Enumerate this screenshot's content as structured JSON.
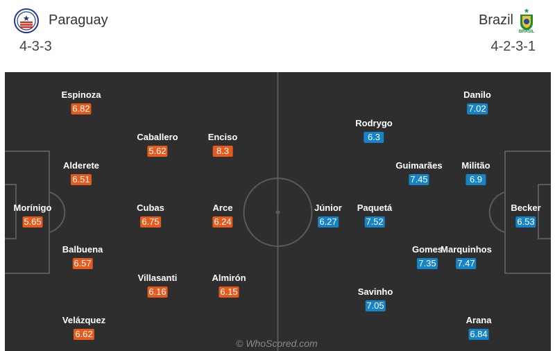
{
  "home": {
    "name": "Paraguay",
    "formation": "4-3-3",
    "crest_icon": "paraguay-crest-icon",
    "color": "#e65a1d",
    "players": [
      {
        "name": "Espinoza",
        "rating": "6.82"
      },
      {
        "name": "Caballero",
        "rating": "5.62"
      },
      {
        "name": "Enciso",
        "rating": "8.3"
      },
      {
        "name": "Alderete",
        "rating": "6.51"
      },
      {
        "name": "Morínigo",
        "rating": "5.65"
      },
      {
        "name": "Cubas",
        "rating": "6.75"
      },
      {
        "name": "Arce",
        "rating": "6.24"
      },
      {
        "name": "Balbuena",
        "rating": "6.57"
      },
      {
        "name": "Villasanti",
        "rating": "6.16"
      },
      {
        "name": "Almirón",
        "rating": "6.15"
      },
      {
        "name": "Velázquez",
        "rating": "6.62"
      }
    ]
  },
  "away": {
    "name": "Brazil",
    "formation": "4-2-3-1",
    "crest_icon": "brazil-crest-icon",
    "crest_text": "BRASIL",
    "color": "#1683c6",
    "players": [
      {
        "name": "Danilo",
        "rating": "7.02"
      },
      {
        "name": "Rodrygo",
        "rating": "6.3"
      },
      {
        "name": "Guimarães",
        "rating": "7.45"
      },
      {
        "name": "Militão",
        "rating": "6.9"
      },
      {
        "name": "Júnior",
        "rating": "6.27"
      },
      {
        "name": "Paquetá",
        "rating": "7.52"
      },
      {
        "name": "Becker",
        "rating": "6.53"
      },
      {
        "name": "Gomes",
        "rating": "7.35"
      },
      {
        "name": "Marquinhos",
        "rating": "7.47"
      },
      {
        "name": "Savinho",
        "rating": "7.05"
      },
      {
        "name": "Arana",
        "rating": "6.84"
      }
    ]
  },
  "watermark": "© WhoScored.com"
}
